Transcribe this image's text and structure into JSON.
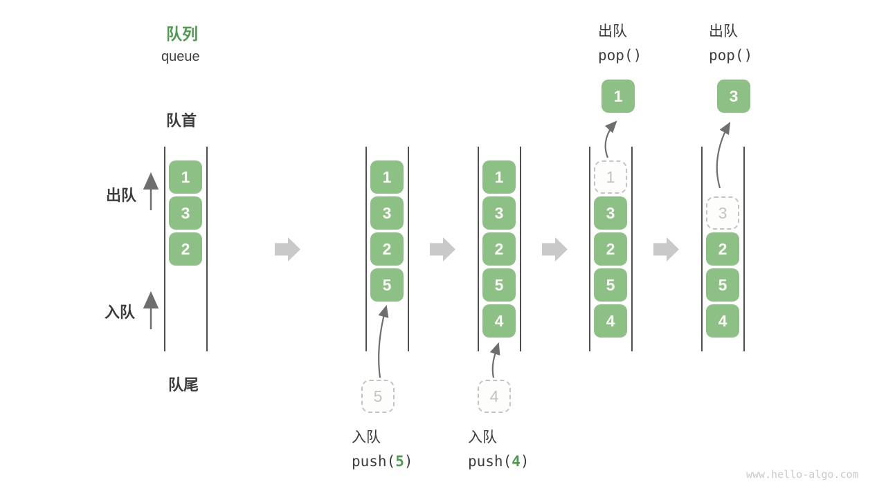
{
  "title": {
    "zh": "队列",
    "en": "queue"
  },
  "side_labels": {
    "front": "队首",
    "rear": "队尾",
    "dequeue": "出队",
    "enqueue": "入队"
  },
  "queues": [
    {
      "cells": [
        "1",
        "3",
        "2"
      ]
    },
    {
      "cells": [
        "1",
        "3",
        "2",
        "5"
      ]
    },
    {
      "cells": [
        "1",
        "3",
        "2",
        "5",
        "4"
      ]
    },
    {
      "popped": "1",
      "dashed": "1",
      "cells": [
        "3",
        "2",
        "5",
        "4"
      ]
    },
    {
      "popped": "3",
      "dashed": "3",
      "cells": [
        "2",
        "5",
        "4"
      ]
    }
  ],
  "operations": {
    "push5": {
      "label": "入队",
      "fn": "push(",
      "arg": "5",
      "close": ")",
      "staged": "5"
    },
    "push4": {
      "label": "入队",
      "fn": "push(",
      "arg": "4",
      "close": ")",
      "staged": "4"
    },
    "pop1": {
      "label": "出队",
      "fn": "pop()"
    },
    "pop2": {
      "label": "出队",
      "fn": "pop()"
    }
  },
  "watermark": "www.hello-algo.com",
  "colors": {
    "box_green": "#8cc084",
    "accent_green": "#4e9b50",
    "text_dark": "#3c3c3c",
    "thin_arrow_gray": "#6e6e6e",
    "block_arrow_gray": "#c9c9c9",
    "dashed_gray": "#c3c3c3",
    "wall_gray": "#4f4f4f",
    "watermark_gray": "#c9c9c9"
  }
}
